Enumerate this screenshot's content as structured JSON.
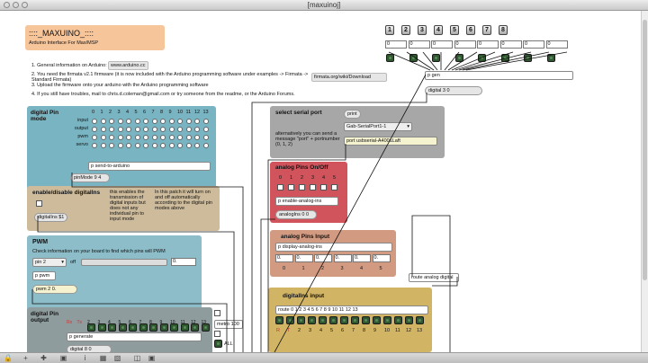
{
  "window": {
    "title": "[maxuinoj]"
  },
  "header": {
    "title": "::::_MAXUINO_::::",
    "subtitle": "Arduino Interface For Max/MSP"
  },
  "instructions": {
    "step1": "1. General information on Arduino:",
    "step1_link": "www.arduino.cc",
    "step2": "2. You need the firmata v2.1 firmware (it is now included with the Arduino programming software under examples -> Firmata -> Standard Firmata)",
    "step3": "3. Upload the firmware onto your arduino with the Arduino programming software",
    "step3_link": "firmata.org/wiki/Download",
    "step4": "4. If you still have troubles, mail to chris.d.coleman@gmail.com or try someone from the readme, or the Arduino Forums."
  },
  "digital_pins_top": {
    "buttons": [
      "1",
      "2",
      "3",
      "4",
      "5",
      "6",
      "7",
      "8"
    ],
    "numbers": [
      "0",
      "0",
      "0",
      "0",
      "0",
      "0",
      "0",
      "0"
    ],
    "pgen": "p gen",
    "digital_msg": "digital 3 0"
  },
  "digital_pin_mode": {
    "title": "digital Pin mode",
    "columns": [
      "0",
      "1",
      "2",
      "3",
      "4",
      "5",
      "6",
      "7",
      "8",
      "9",
      "10",
      "11",
      "12",
      "13"
    ],
    "rows": [
      "input",
      "output",
      "pwm",
      "servo"
    ],
    "send_object": "p send-to-arduino",
    "pinmode_msg": "pinMode 9 4"
  },
  "serial_port": {
    "title": "select serial port",
    "print_button": "print",
    "port_menu": "Gab-SerialPort1-1",
    "description": "alternatively you can send a message \"port\" + portnumber (0, 1, 2)",
    "port_msg": "port usbserial-A4001Laft"
  },
  "enable_digital": {
    "title": "enable/disable digitalIns",
    "desc1": "this enables the transmission of digital inputs but does not any individual pin to input mode",
    "desc2": "In this patch it will turn on and off automatically according to the digital pin modes above",
    "msg": "digitalIns $1"
  },
  "analog_onoff": {
    "title": "analog Pins On/Off",
    "labels": [
      "0",
      "1",
      "2",
      "3",
      "4",
      "5"
    ],
    "object": "p enable-analog-ins",
    "msg": "analogIns 0 0"
  },
  "analog_input": {
    "title": "analog Pins Input",
    "object": "p display-analog-ins",
    "values": [
      "0.",
      "0.",
      "0.",
      "0.",
      "0.",
      "0."
    ],
    "labels": [
      "0",
      "1",
      "2",
      "3",
      "4",
      "5"
    ]
  },
  "route_analog": "route analog digital",
  "pwm": {
    "title": "PWM",
    "info": "Check information on your board to find which pins will PWM",
    "pin_menu": "pin 2",
    "off_label": "off",
    "value": "0.",
    "object": "p pwm",
    "msg": "pwm 2 0."
  },
  "digital_output": {
    "title": "digital Pin output",
    "pins": [
      "Rx",
      "Tx",
      "2",
      "3",
      "4",
      "5",
      "6",
      "7",
      "8",
      "9",
      "10",
      "11",
      "12",
      "13"
    ],
    "metro": "metro 100",
    "object": "p generate",
    "msg": "digital 8 0",
    "all_label": "ALL"
  },
  "digital_input": {
    "title": "digitalIns input",
    "route": "route 0 1 2 3 4 5 6 7 8 9 10 11 12 13",
    "pins": [
      "R",
      "T",
      "2",
      "3",
      "4",
      "5",
      "6",
      "7",
      "8",
      "9",
      "10",
      "11",
      "12",
      "13"
    ]
  },
  "colors": {
    "header": "#f7c59a",
    "pin_mode": "#79b4c2",
    "serial": "#a7a7a7",
    "enable": "#cdbb9c",
    "analog_onoff": "#d1545c",
    "analog_input": "#d39a82",
    "pwm": "#8cbdc9",
    "digital_out": "#8e9c9e",
    "digital_in": "#d2b465"
  }
}
